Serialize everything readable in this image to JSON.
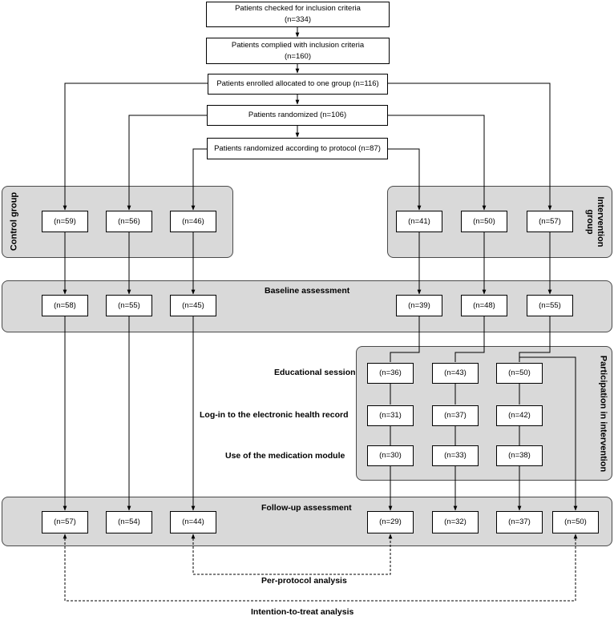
{
  "top_boxes": {
    "checked": {
      "line1": "Patients checked for inclusion criteria",
      "line2": "(n=334)"
    },
    "complied": {
      "line1": "Patients complied with inclusion criteria",
      "line2": "(n=160)"
    },
    "enrolled": {
      "text": "Patients enrolled allocated to one group (n=116)"
    },
    "randomized": {
      "text": "Patients randomized (n=106)"
    },
    "protocol": {
      "text": "Patients randomized according to protocol (n=87)"
    }
  },
  "groups": {
    "control": {
      "label": "Control group",
      "counts": [
        "(n=59)",
        "(n=56)",
        "(n=46)"
      ]
    },
    "intervention": {
      "label_line1": "Intervention",
      "label_line2": "group",
      "counts": [
        "(n=41)",
        "(n=50)",
        "(n=57)"
      ]
    }
  },
  "baseline": {
    "label": "Baseline assessment",
    "control_counts": [
      "(n=58)",
      "(n=55)",
      "(n=45)"
    ],
    "intervention_counts": [
      "(n=39)",
      "(n=48)",
      "(n=55)"
    ]
  },
  "participation": {
    "label": "Participation in intervention",
    "steps": [
      {
        "label": "Educational session",
        "counts": [
          "(n=36)",
          "(n=43)",
          "(n=50)"
        ]
      },
      {
        "label": "Log-in to the electronic health record",
        "counts": [
          "(n=31)",
          "(n=37)",
          "(n=42)"
        ]
      },
      {
        "label": "Use of the medication module",
        "counts": [
          "(n=30)",
          "(n=33)",
          "(n=38)"
        ]
      }
    ]
  },
  "followup": {
    "label": "Follow-up assessment",
    "counts": [
      "(n=57)",
      "(n=54)",
      "(n=44)",
      "(n=29)",
      "(n=32)",
      "(n=37)",
      "(n=50)"
    ]
  },
  "analysis": {
    "per_protocol": "Per-protocol analysis",
    "intention_to_treat": "Intention-to-treat analysis"
  }
}
